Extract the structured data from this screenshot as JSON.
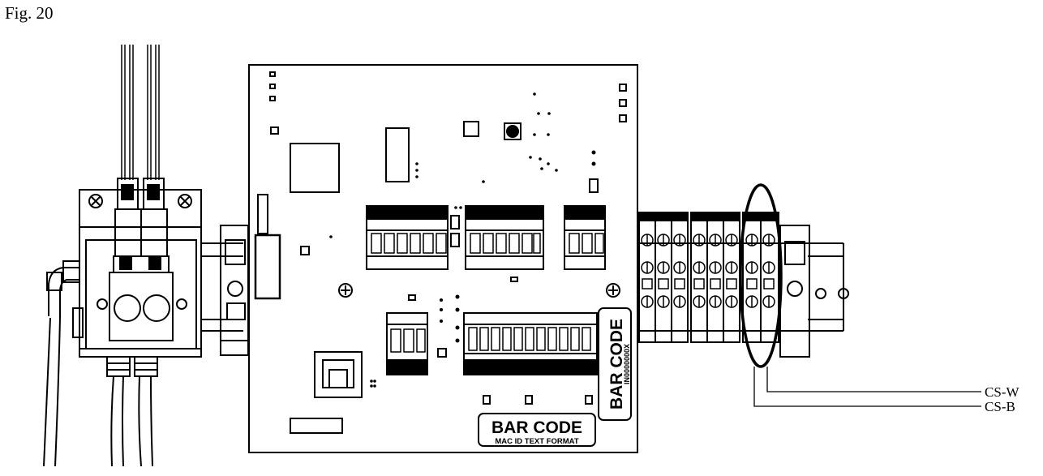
{
  "figure": {
    "caption": "Fig. 20"
  },
  "board": {
    "barcode_bottom": "BAR CODE",
    "barcode_bottom_sub": "MAC ID TEXT FORMAT",
    "barcode_side": "BAR CODE",
    "barcode_side_sub": "IN0000000X"
  },
  "callouts": [
    {
      "label": "CS-W"
    },
    {
      "label": "CS-B"
    }
  ],
  "colors": {
    "line": "#000000",
    "background": "#ffffff"
  }
}
